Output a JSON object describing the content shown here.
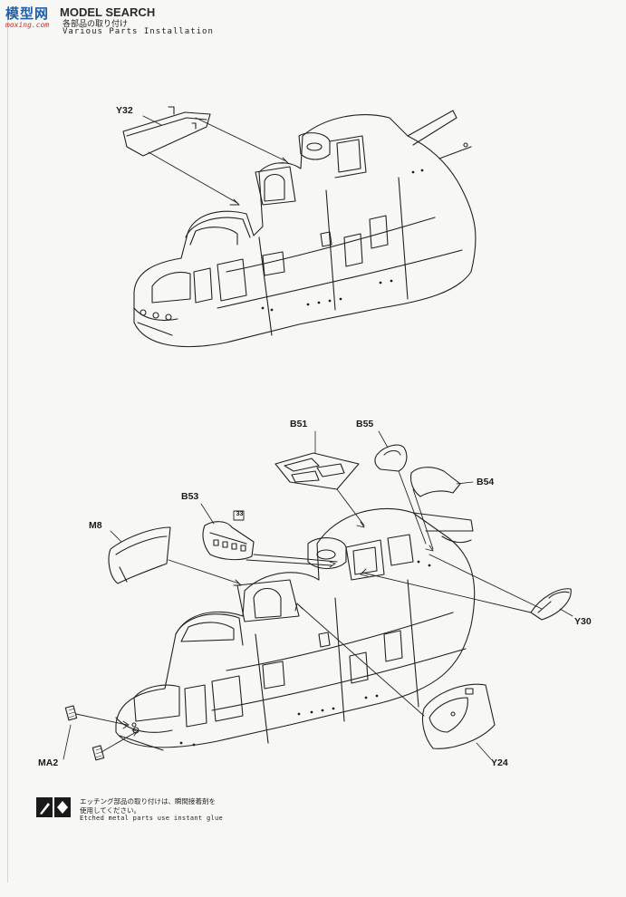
{
  "watermark": {
    "brand": "MODEL SEARCH",
    "brand_cn": "模型网",
    "url": "moxing.com"
  },
  "heading": {
    "japanese": "各部品の取り付け",
    "english": "Various Parts Installation"
  },
  "parts_top": [
    {
      "id": "Y32",
      "label": "Y32"
    }
  ],
  "parts_bottom": [
    {
      "id": "B51",
      "label": "B51"
    },
    {
      "id": "B55",
      "label": "B55"
    },
    {
      "id": "B54",
      "label": "B54"
    },
    {
      "id": "B53",
      "label": "B53"
    },
    {
      "id": "M8",
      "label": "M8"
    },
    {
      "id": "Y30",
      "label": "Y30"
    },
    {
      "id": "MA2",
      "label": "MA2"
    },
    {
      "id": "Y24",
      "label": "Y24"
    }
  ],
  "callout_number": "33",
  "note": {
    "japanese": "エッチング部品の取り付けは、瞬間接着剤を使用してください。",
    "english": "Etched metal parts use instant glue"
  }
}
